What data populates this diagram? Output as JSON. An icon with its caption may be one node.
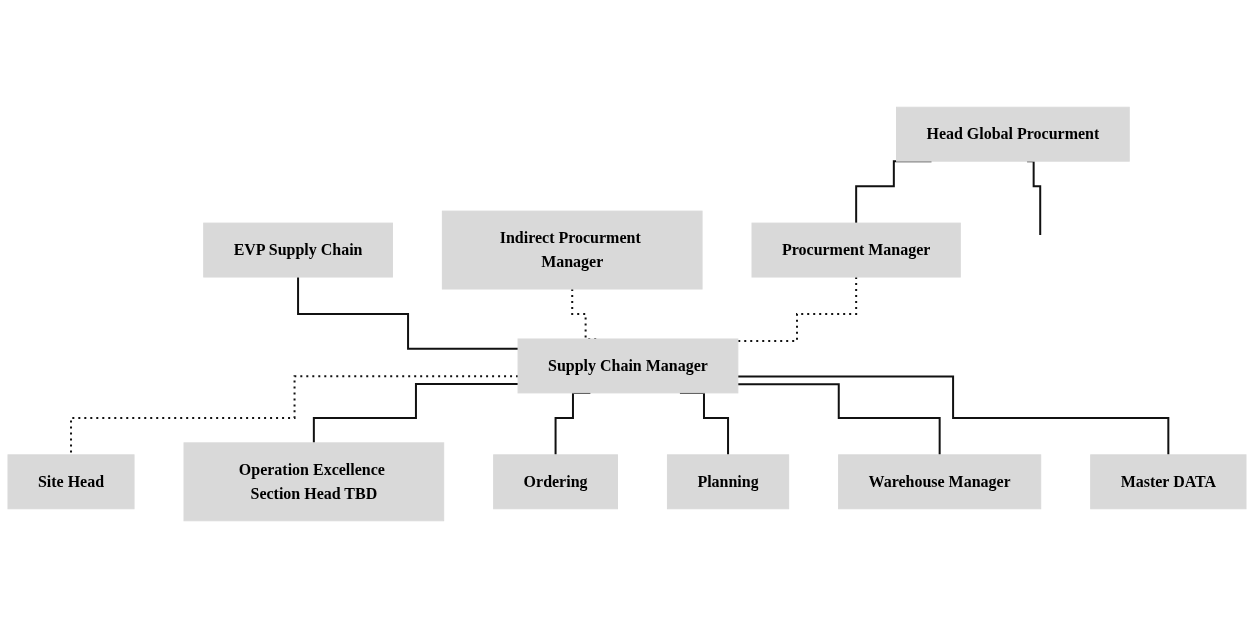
{
  "diagram": {
    "nodes": [
      {
        "text": [
          "EVP Supply Chain"
        ]
      },
      {
        "text": [
          "Head Global Procurment"
        ]
      },
      {
        "text": [
          "Site Head"
        ]
      },
      {
        "text": [
          "Indirect Procurment Manager"
        ]
      },
      {
        "text": [
          "Supply Chain Manager"
        ]
      },
      {
        "text": [
          "Procurment Manager"
        ]
      },
      {
        "text": [
          "Operation Excellence Section Head TBD"
        ]
      },
      {
        "text": [
          "Ordering"
        ]
      },
      {
        "text": [
          "Planning"
        ]
      },
      {
        "text": [
          "Warehouse Manager"
        ]
      },
      {
        "text": [
          "Master DATA"
        ]
      }
    ],
    "edges": [
      {
        "from": 0,
        "to": 4,
        "arrow": "none"
      },
      {
        "from": 1,
        "to": 5,
        "arrow": "none"
      },
      {
        "from": 1,
        "to": null,
        "arrow": "none"
      },
      {
        "from": 3,
        "to": 4,
        "arrow": "none",
        "style": "dashed"
      },
      {
        "from": 5,
        "to": 4,
        "arrow": "none",
        "style": "dashed"
      },
      {
        "from": 4,
        "to": 2,
        "arrow": "none",
        "style": "dashed"
      },
      {
        "from": 4,
        "to": 6,
        "arrow": "none"
      },
      {
        "from": 4,
        "to": 7,
        "arrow": "none"
      },
      {
        "from": 4,
        "to": 8,
        "arrow": "none"
      },
      {
        "from": 4,
        "to": 9,
        "arrow": "none"
      },
      {
        "from": 4,
        "to": 10,
        "arrow": "none"
      }
    ]
  }
}
